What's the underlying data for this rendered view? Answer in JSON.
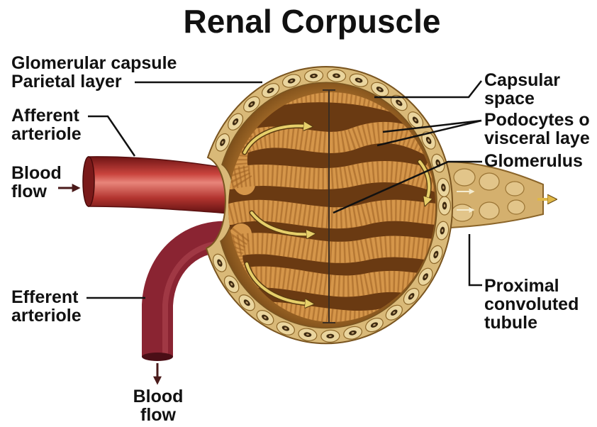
{
  "title": "Renal Corpuscle",
  "labels": {
    "glomerular_capsule": {
      "line1": "Glomerular capsule",
      "line2": "Parietal layer"
    },
    "afferent_arteriole": {
      "line1": "Afferent",
      "line2": "arteriole"
    },
    "blood_flow_in": {
      "line1": "Blood",
      "line2": "flow"
    },
    "efferent_arteriole": {
      "line1": "Efferent",
      "line2": "arteriole"
    },
    "blood_flow_out": {
      "line1": "Blood",
      "line2": "flow"
    },
    "capsular_space": {
      "line1": "Capsular",
      "line2": "space"
    },
    "podocytes": {
      "line1": "Podocytes o",
      "line2": "visceral laye"
    },
    "glomerulus": {
      "line1": "Glomerulus"
    },
    "proximal_tubule": {
      "line1": "Proximal",
      "line2": "convoluted",
      "line3": "tubule"
    }
  },
  "colors": {
    "afferent_arteriole": "#c9433d",
    "efferent_arteriole": "#8a2432",
    "parietal_layer": "#d9b978",
    "capsular_space": "#a36a28",
    "glomerulus": "#d5964a",
    "proximal_tubule": "#d4b06e",
    "flow_arrows": "#e6cf6a",
    "blood_flow_arrow": "#4a1a1a"
  }
}
